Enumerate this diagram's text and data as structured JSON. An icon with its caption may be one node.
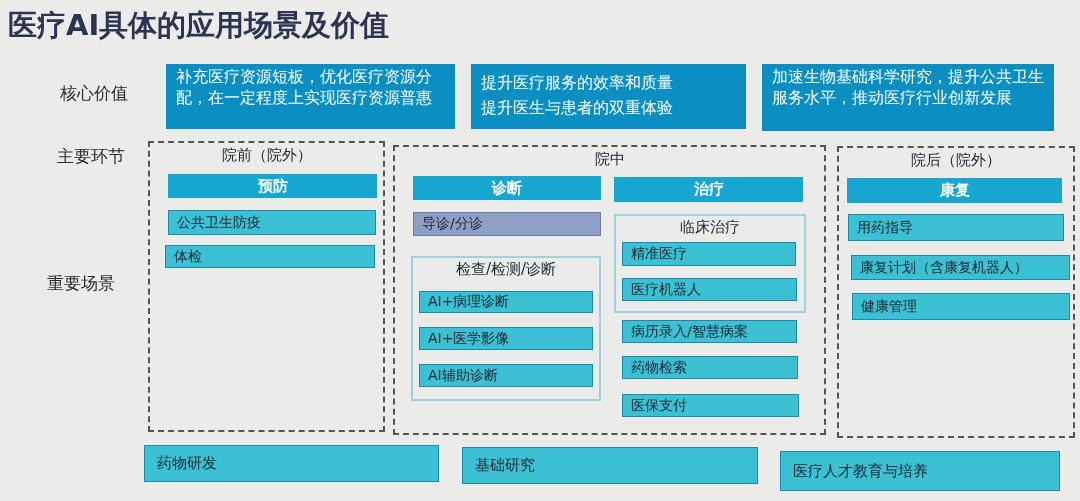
{
  "diagram": {
    "title": "医疗AI具体的应用场景及价值",
    "nodes": [
      {
        "text": [
          "补充医疗资源短板，优化医疗资源分配，在一定程度上实现医疗资源普惠"
        ]
      },
      {
        "text": [
          "提升医疗服务的效率和质量",
          "提升医生与患者的双重体验"
        ]
      },
      {
        "text": [
          "加速生物基础科学研究，提升公共卫生服务水平，推动医疗行业创新发展"
        ]
      },
      {
        "text": [
          "院前（院外）"
        ]
      },
      {
        "text": [
          "预防"
        ],
        "in": 3
      },
      {
        "text": [
          "公共卫生防疫"
        ],
        "in": 3
      },
      {
        "text": [
          "体检"
        ],
        "in": 3
      },
      {
        "text": [
          "院中"
        ]
      },
      {
        "text": [
          "诊断"
        ],
        "in": 7
      },
      {
        "text": [
          "治疗"
        ],
        "in": 7
      },
      {
        "text": [
          "导诊/分诊"
        ],
        "in": 7
      },
      {
        "text": [
          "临床治疗"
        ],
        "in": 7
      },
      {
        "text": [
          "精准医疗"
        ],
        "in": 11
      },
      {
        "text": [
          "医疗机器人"
        ],
        "in": 11
      },
      {
        "text": [
          "检查/检测/诊断"
        ],
        "in": 7
      },
      {
        "text": [
          "AI+病理诊断"
        ],
        "in": 14
      },
      {
        "text": [
          "AI+医学影像"
        ],
        "in": 14
      },
      {
        "text": [
          "AI辅助诊断"
        ],
        "in": 14
      },
      {
        "text": [
          "病历录入/智慧病案"
        ],
        "in": 7
      },
      {
        "text": [
          "药物检索"
        ],
        "in": 7
      },
      {
        "text": [
          "医保支付"
        ],
        "in": 7
      },
      {
        "text": [
          "院后（院外）"
        ]
      },
      {
        "text": [
          "康复"
        ],
        "in": 21
      },
      {
        "text": [
          "用药指导"
        ],
        "in": 21
      },
      {
        "text": [
          "康复计划（含康复机器人）"
        ],
        "in": 21
      },
      {
        "text": [
          "健康管理"
        ],
        "in": 21
      },
      {
        "text": [
          "药物研发"
        ]
      },
      {
        "text": [
          "基础研究"
        ]
      },
      {
        "text": [
          "医疗人才教育与培养"
        ]
      }
    ],
    "labels": [
      "核心价值",
      "主要环节",
      "重要场景"
    ]
  }
}
